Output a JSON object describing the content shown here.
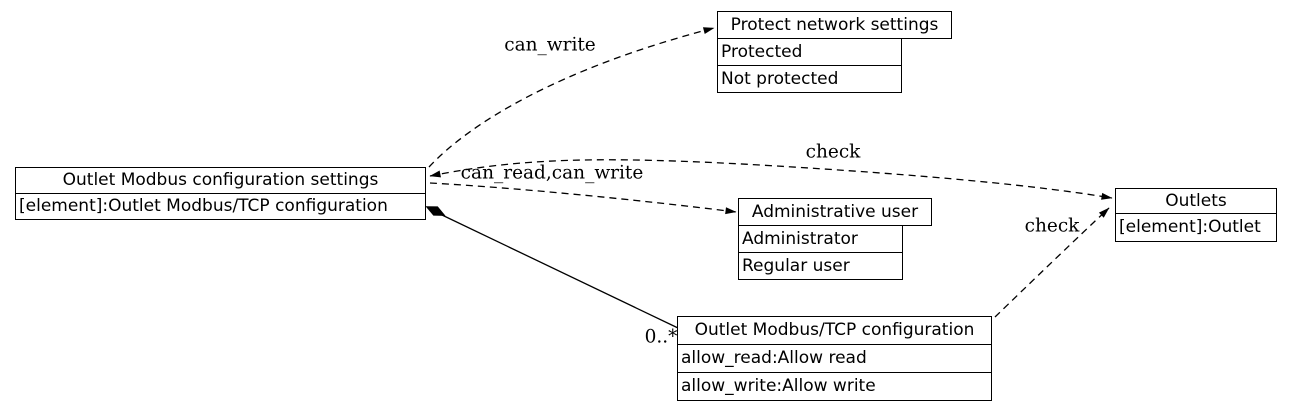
{
  "diagram": {
    "nodes": {
      "outlet_modbus_settings": {
        "title": "Outlet Modbus configuration settings",
        "rows": [
          "[element]:Outlet Modbus/TCP configuration"
        ]
      },
      "protect_network_settings": {
        "title": "Protect network settings",
        "rows": [
          "Protected",
          "Not protected"
        ]
      },
      "administrative_user": {
        "title": "Administrative user",
        "rows": [
          "Administrator",
          "Regular user"
        ]
      },
      "outlet_modbus_tcp_configuration": {
        "title": "Outlet Modbus/TCP configuration",
        "rows": [
          "allow_read:Allow read",
          "allow_write:Allow write"
        ]
      },
      "outlets": {
        "title": "Outlets",
        "rows": [
          "[element]:Outlet"
        ]
      }
    },
    "edge_labels": {
      "can_write": "can_write",
      "check_top": "check",
      "can_read_can_write": "can_read,can_write",
      "check_bottom": "check",
      "multiplicity": "0..*"
    },
    "colors": {
      "line": "#000000",
      "background": "#ffffff",
      "text": "#000000"
    }
  }
}
